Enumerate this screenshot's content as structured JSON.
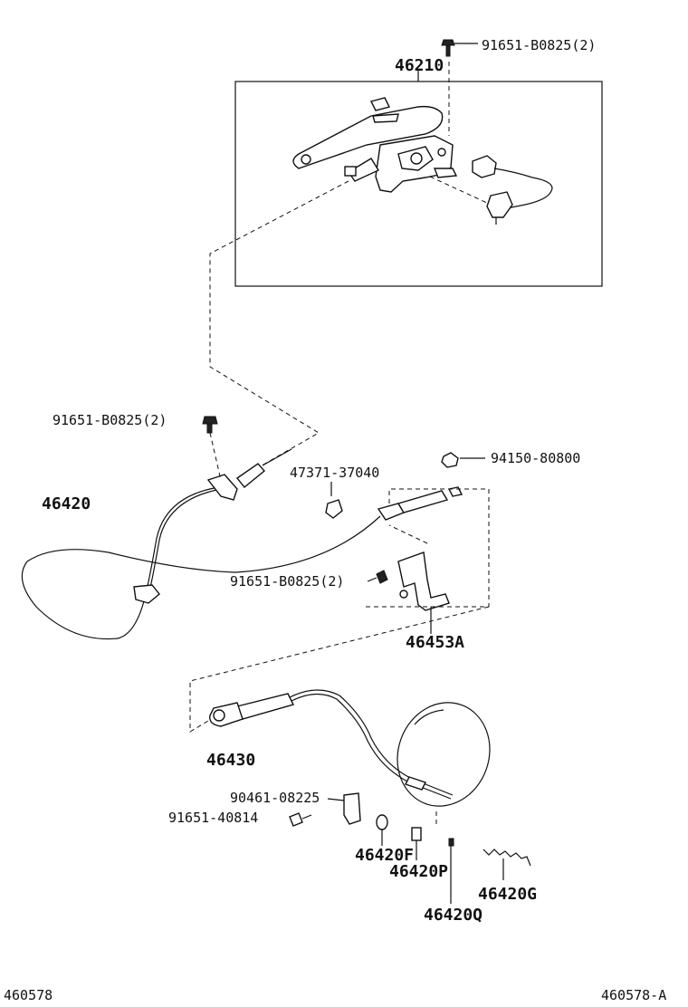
{
  "labels": {
    "l_91651_top": "91651-B0825(2)",
    "l_46210": "46210",
    "l_91651_left": "91651-B0825(2)",
    "l_94150": "94150-80800",
    "l_47371": "47371-37040",
    "l_46420": "46420",
    "l_91651_mid": "91651-B0825(2)",
    "l_46453a": "46453A",
    "l_46430": "46430",
    "l_90461": "90461-08225",
    "l_91651_40814": "91651-40814",
    "l_46420f": "46420F",
    "l_46420p": "46420P",
    "l_46420g": "46420G",
    "l_46420q": "46420Q"
  },
  "footer": {
    "left_code": "460578",
    "right_code": "460578-A"
  }
}
